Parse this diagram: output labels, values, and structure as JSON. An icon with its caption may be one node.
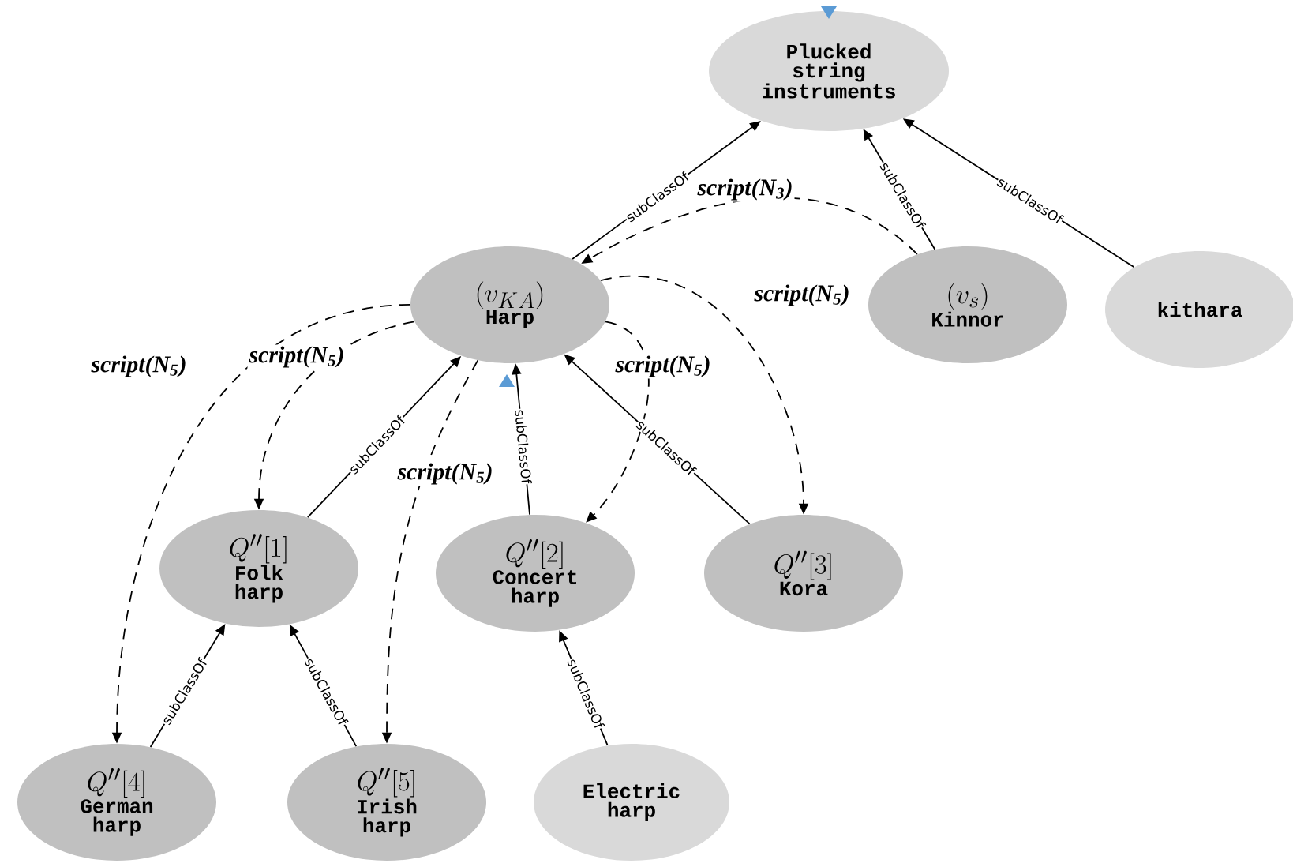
{
  "diagram": {
    "nodes": [
      {
        "text": [
          "Plucked string instruments"
        ]
      },
      {
        "text": [
          "(v_{KA})",
          "Harp"
        ]
      },
      {
        "text": [
          "(v_{s})",
          "Kinnor"
        ]
      },
      {
        "text": [
          "kithara"
        ]
      },
      {
        "text": [
          "Q''[1]",
          "Folk harp"
        ]
      },
      {
        "text": [
          "Q''[2]",
          "Concert harp"
        ]
      },
      {
        "text": [
          "Q''[3]",
          "Kora"
        ]
      },
      {
        "text": [
          "Q''[4]",
          "German harp"
        ]
      },
      {
        "text": [
          "Q''[5]",
          "Irish harp"
        ]
      },
      {
        "text": [
          "Electric harp"
        ]
      }
    ],
    "edges": [
      {
        "from": 1,
        "to": 0,
        "arrow": "to",
        "label": "subClassOf"
      },
      {
        "from": 2,
        "to": 0,
        "arrow": "to",
        "label": "subClassOf"
      },
      {
        "from": 3,
        "to": 0,
        "arrow": "to",
        "label": "subClassOf"
      },
      {
        "from": 4,
        "to": 1,
        "arrow": "to",
        "label": "subClassOf"
      },
      {
        "from": 5,
        "to": 1,
        "arrow": "to",
        "label": "subClassOf"
      },
      {
        "from": 6,
        "to": 1,
        "arrow": "to",
        "label": "subClassOf"
      },
      {
        "from": 7,
        "to": 4,
        "arrow": "to",
        "label": "subClassOf"
      },
      {
        "from": 8,
        "to": 4,
        "arrow": "to",
        "label": "subClassOf"
      },
      {
        "from": 9,
        "to": 5,
        "arrow": "to",
        "label": "subClassOf"
      },
      {
        "from": 2,
        "to": 1,
        "arrow": "to",
        "style": "dashed",
        "label": "script(N$_{3}$)"
      },
      {
        "from": 1,
        "to": 7,
        "arrow": "to",
        "style": "dashed",
        "label": "script(N$_{5}$)"
      },
      {
        "from": 1,
        "to": 4,
        "arrow": "to",
        "style": "dashed",
        "label": "script(N$_{5}$)"
      },
      {
        "from": 1,
        "to": 8,
        "arrow": "to",
        "style": "dashed",
        "label": "script(N$_{5}$)"
      },
      {
        "from": 1,
        "to": 5,
        "arrow": "to",
        "style": "dashed",
        "label": "script(N$_{5}$)"
      },
      {
        "from": 1,
        "to": 6,
        "arrow": "to",
        "style": "dashed",
        "label": "script(N$_{5}$)"
      }
    ]
  }
}
